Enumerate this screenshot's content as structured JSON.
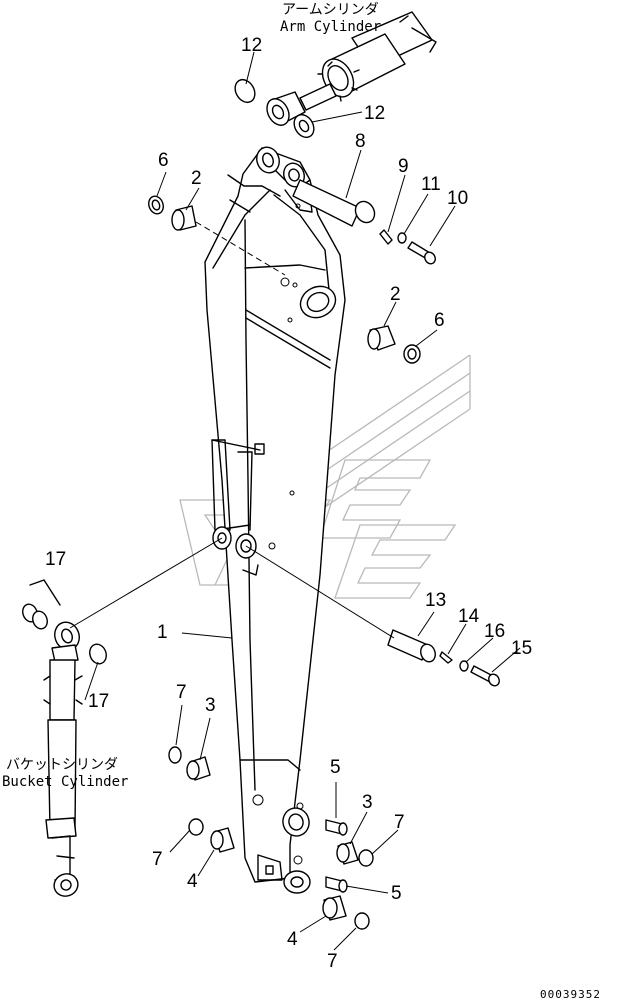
{
  "captions": {
    "arm_cylinder_jp": "アームシリンダ",
    "arm_cylinder_en": "Arm Cylinder",
    "bucket_cylinder_jp": "バケットシリンダ",
    "bucket_cylinder_en": "Bucket Cylinder"
  },
  "part_labels": [
    "12",
    "12",
    "8",
    "6",
    "2",
    "9",
    "11",
    "10",
    "2",
    "6",
    "17",
    "13",
    "14",
    "16",
    "15",
    "1",
    "17",
    "7",
    "3",
    "5",
    "3",
    "7",
    "7",
    "4",
    "5",
    "4",
    "7"
  ],
  "figure_code": "00039352"
}
